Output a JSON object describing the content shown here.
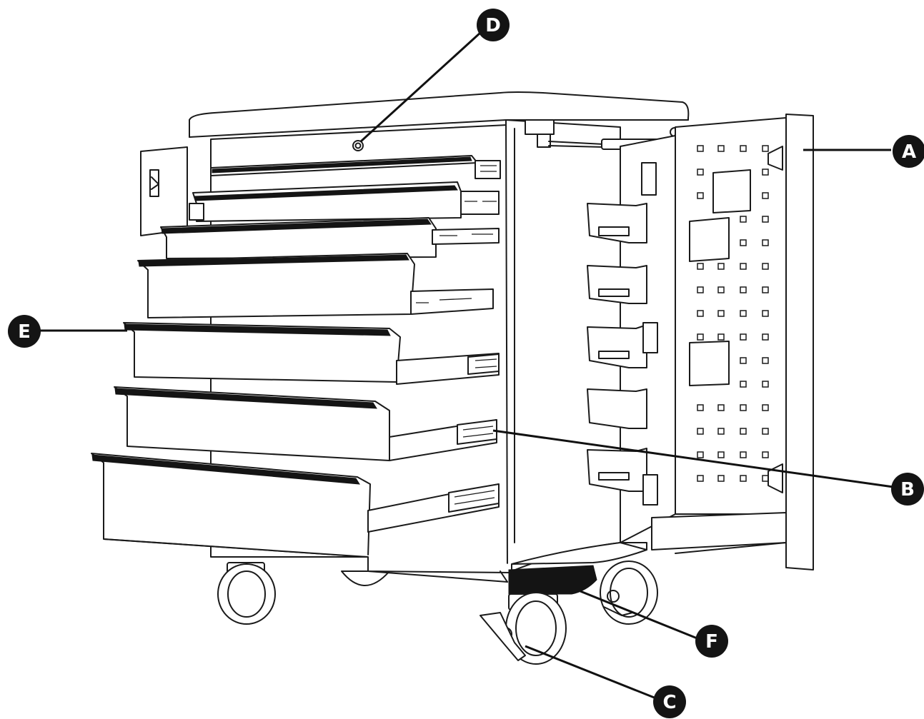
{
  "diagram": {
    "callouts": [
      {
        "id": "A",
        "label": "A"
      },
      {
        "id": "B",
        "label": "B"
      },
      {
        "id": "C",
        "label": "C"
      },
      {
        "id": "D",
        "label": "D"
      },
      {
        "id": "E",
        "label": "E"
      },
      {
        "id": "F",
        "label": "F"
      }
    ],
    "colors": {
      "line": "#1a1a1a",
      "callout_fill": "#141414",
      "callout_text": "#ffffff",
      "background": "#ffffff"
    }
  }
}
